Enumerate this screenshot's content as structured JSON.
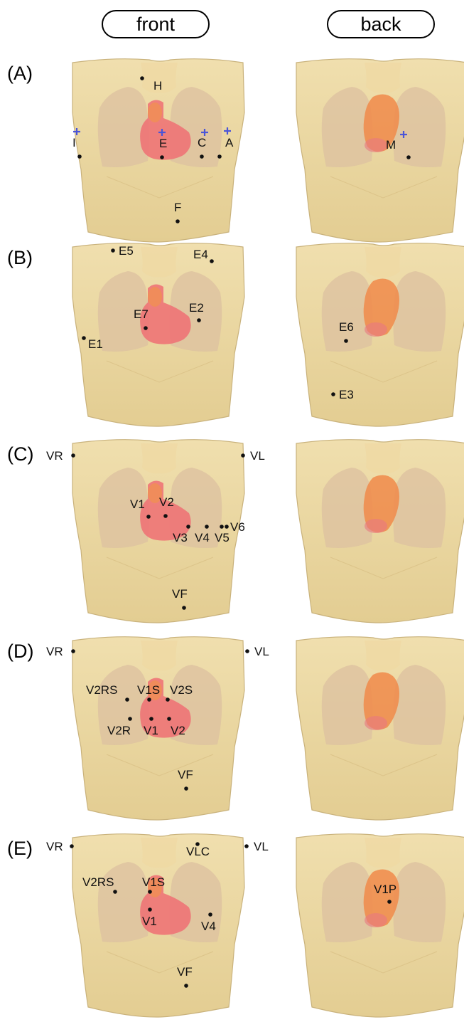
{
  "headers": {
    "front": "front",
    "back": "back"
  },
  "panels": [
    {
      "id": "A",
      "label": "(A)",
      "front": {
        "dots": [
          {
            "name": "H",
            "text": "H"
          },
          {
            "name": "I",
            "text": "I"
          },
          {
            "name": "E",
            "text": "E"
          },
          {
            "name": "C",
            "text": "C"
          },
          {
            "name": "A",
            "text": "A"
          },
          {
            "name": "F",
            "text": "F"
          }
        ]
      },
      "back": {
        "dots": [
          {
            "name": "M",
            "text": "M"
          }
        ]
      }
    },
    {
      "id": "B",
      "label": "(B)",
      "front": {
        "dots": [
          {
            "name": "E5",
            "text": "E5"
          },
          {
            "name": "E4",
            "text": "E4"
          },
          {
            "name": "E2",
            "text": "E2"
          },
          {
            "name": "E7",
            "text": "E7"
          },
          {
            "name": "E1",
            "text": "E1"
          }
        ]
      },
      "back": {
        "dots": [
          {
            "name": "E6",
            "text": "E6"
          },
          {
            "name": "E3",
            "text": "E3"
          }
        ]
      }
    },
    {
      "id": "C",
      "label": "(C)",
      "front": {
        "dots": [
          {
            "name": "VR",
            "text": "VR"
          },
          {
            "name": "VL",
            "text": "VL"
          },
          {
            "name": "V1",
            "text": "V1"
          },
          {
            "name": "V2",
            "text": "V2"
          },
          {
            "name": "V3",
            "text": "V3"
          },
          {
            "name": "V4",
            "text": "V4"
          },
          {
            "name": "V5",
            "text": "V5"
          },
          {
            "name": "V6",
            "text": "V6"
          },
          {
            "name": "VF",
            "text": "VF"
          }
        ]
      },
      "back": {
        "dots": []
      }
    },
    {
      "id": "D",
      "label": "(D)",
      "front": {
        "dots": [
          {
            "name": "VR",
            "text": "VR"
          },
          {
            "name": "VL",
            "text": "VL"
          },
          {
            "name": "V2RS",
            "text": "V2RS"
          },
          {
            "name": "V1S",
            "text": "V1S"
          },
          {
            "name": "V2S",
            "text": "V2S"
          },
          {
            "name": "V2R",
            "text": "V2R"
          },
          {
            "name": "V1",
            "text": "V1"
          },
          {
            "name": "V2",
            "text": "V2"
          },
          {
            "name": "VF",
            "text": "VF"
          }
        ]
      },
      "back": {
        "dots": []
      }
    },
    {
      "id": "E",
      "label": "(E)",
      "front": {
        "dots": [
          {
            "name": "VR",
            "text": "VR"
          },
          {
            "name": "VL",
            "text": "VL"
          },
          {
            "name": "VLC",
            "text": "VLC"
          },
          {
            "name": "V2RS",
            "text": "V2RS"
          },
          {
            "name": "V1S",
            "text": "V1S"
          },
          {
            "name": "V1",
            "text": "V1"
          },
          {
            "name": "V4",
            "text": "V4"
          },
          {
            "name": "VF",
            "text": "VF"
          }
        ]
      },
      "back": {
        "dots": [
          {
            "name": "V1P",
            "text": "V1P"
          }
        ]
      }
    }
  ],
  "colors": {
    "torso": "#e9d5a0",
    "torso_edge": "#c9b27c",
    "lung": "#dcc0a0",
    "heart_front": "#ee6f73",
    "heart_back": "#f08a4a",
    "electrode": "#111111",
    "marker_cross": "#4a55d8"
  }
}
